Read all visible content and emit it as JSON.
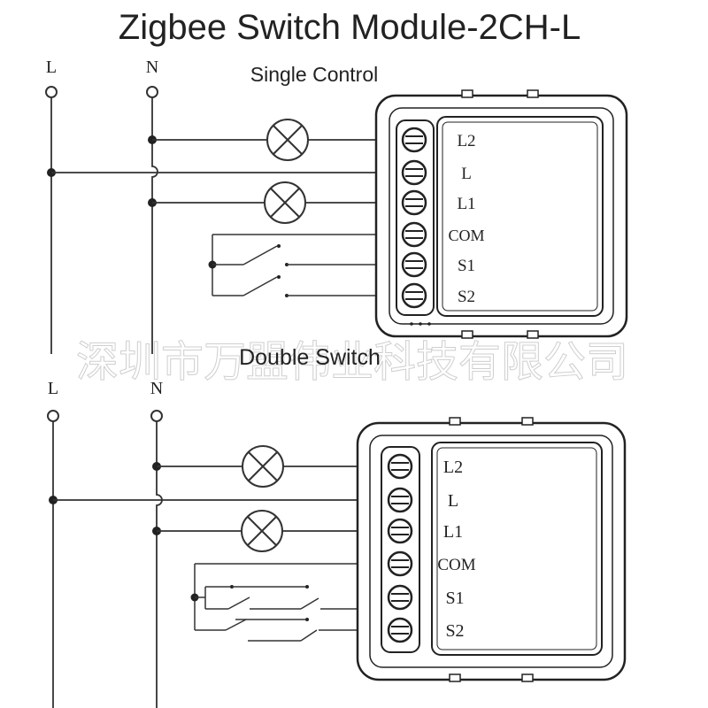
{
  "title": "Zigbee Switch Module-2CH-L",
  "watermark": "深圳市万盟伟业科技有限公司",
  "rails": {
    "live": "L",
    "neutral": "N"
  },
  "single_control": {
    "heading": "Single Control",
    "terminals": [
      "L2",
      "L",
      "L1",
      "COM",
      "S1",
      "S2"
    ]
  },
  "double_switch": {
    "heading": "Double Switch",
    "terminals": [
      "L2",
      "L",
      "L1",
      "COM",
      "S1",
      "S2"
    ]
  },
  "colors": {
    "line": "#222222",
    "watermark": "#cfcfcf",
    "background": "#ffffff"
  }
}
